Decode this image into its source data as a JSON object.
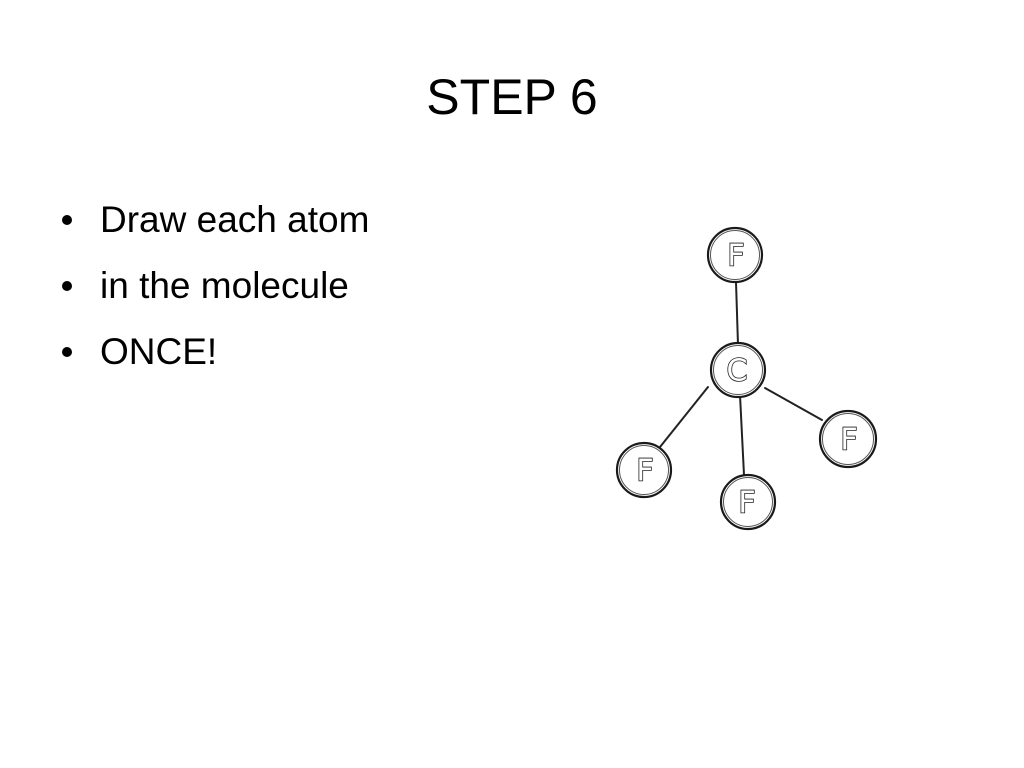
{
  "slide": {
    "title": "STEP 6",
    "bullets": [
      "Draw each atom",
      "in the molecule",
      "ONCE!"
    ]
  },
  "diagram": {
    "atoms": [
      {
        "id": "c",
        "label": "C"
      },
      {
        "id": "f-top",
        "label": "F"
      },
      {
        "id": "f-left",
        "label": "F"
      },
      {
        "id": "f-bottom",
        "label": "F"
      },
      {
        "id": "f-right",
        "label": "F"
      }
    ],
    "bonds": [
      [
        "c",
        "f-top"
      ],
      [
        "c",
        "f-left"
      ],
      [
        "c",
        "f-bottom"
      ],
      [
        "c",
        "f-right"
      ]
    ]
  }
}
